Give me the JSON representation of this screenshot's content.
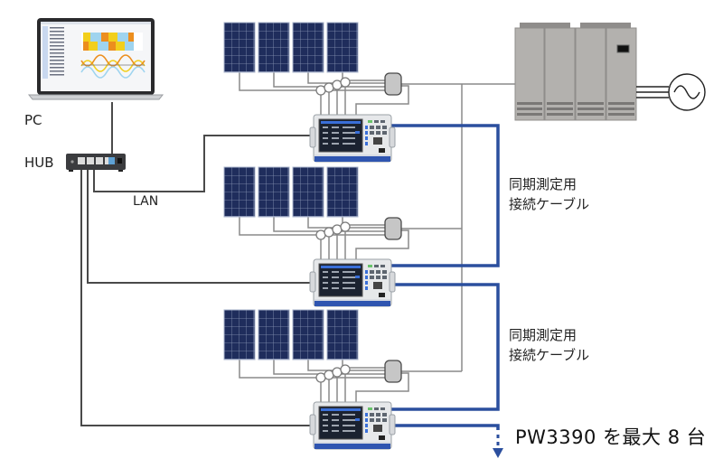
{
  "diagram": {
    "labels": {
      "pc": "PC",
      "hub": "HUB",
      "lan": "LAN",
      "sync_cable_line1": "同期測定用",
      "sync_cable_line2": "接続ケーブル",
      "max_units": "PW3390 を最大 8 台"
    },
    "nodes": [
      {
        "id": "pc",
        "type": "laptop",
        "label": "PC"
      },
      {
        "id": "hub",
        "type": "network-hub",
        "label": "HUB"
      },
      {
        "id": "pcs",
        "type": "power-conditioner-cabinet"
      },
      {
        "id": "grid",
        "type": "ac-source-symbol"
      },
      {
        "id": "analyzer-1",
        "type": "power-analyzer",
        "model": "PW3390"
      },
      {
        "id": "analyzer-2",
        "type": "power-analyzer",
        "model": "PW3390"
      },
      {
        "id": "analyzer-3",
        "type": "power-analyzer",
        "model": "PW3390"
      }
    ],
    "pv_groups": [
      {
        "id": "pv-group-1",
        "panel_count": 4,
        "current_sensor_count": 4
      },
      {
        "id": "pv-group-2",
        "panel_count": 4,
        "current_sensor_count": 4
      },
      {
        "id": "pv-group-3",
        "panel_count": 4,
        "current_sensor_count": 4
      }
    ],
    "connections": [
      {
        "from": "pc",
        "to": "hub",
        "type": "lan"
      },
      {
        "from": "hub",
        "to": "analyzer-1",
        "type": "lan"
      },
      {
        "from": "hub",
        "to": "analyzer-2",
        "type": "lan"
      },
      {
        "from": "hub",
        "to": "analyzer-3",
        "type": "lan"
      },
      {
        "from": "analyzer-1",
        "to": "analyzer-2",
        "type": "sync-cable"
      },
      {
        "from": "analyzer-2",
        "to": "analyzer-3",
        "type": "sync-cable"
      },
      {
        "from": "analyzer-3",
        "to": "more",
        "type": "sync-cable-continued"
      },
      {
        "from": "pcs",
        "to": "grid",
        "type": "ac-output"
      }
    ],
    "colors": {
      "sync_cable": "#2b4f9e",
      "lan_cable": "#4a4a4a",
      "wiring": "#8a8a8a",
      "panel": "#1f2d5c",
      "cabinet": "#b3b1ae"
    }
  }
}
